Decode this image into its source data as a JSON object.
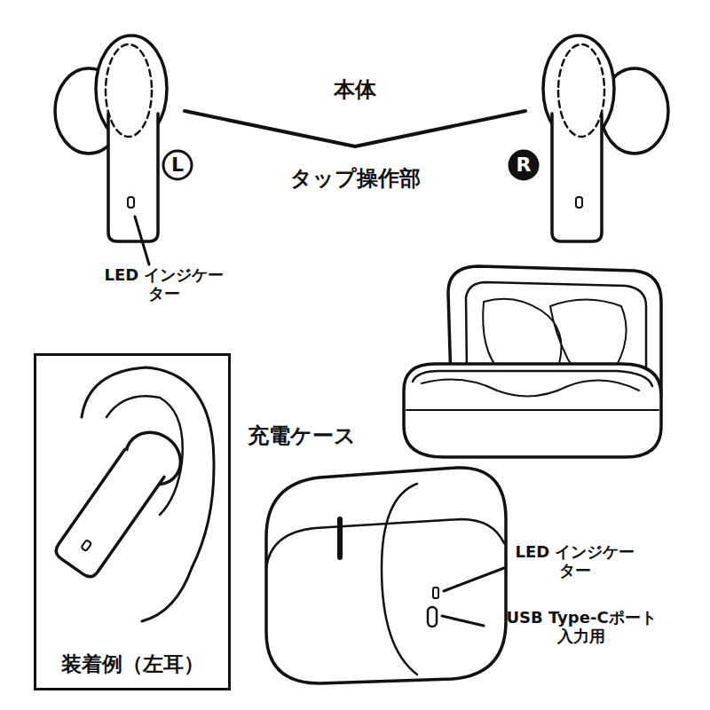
{
  "diagram": {
    "nodes": [
      {
        "text": [
          "L"
        ]
      },
      {
        "text": [
          "R"
        ]
      },
      {
        "text": [
          "装着例（左耳）"
        ]
      }
    ],
    "labels": [
      "本体",
      "タップ操作部",
      "LED インジケーター",
      "充電ケース",
      "LED インジケーター",
      "USB Type-Cポート 入力用"
    ]
  }
}
